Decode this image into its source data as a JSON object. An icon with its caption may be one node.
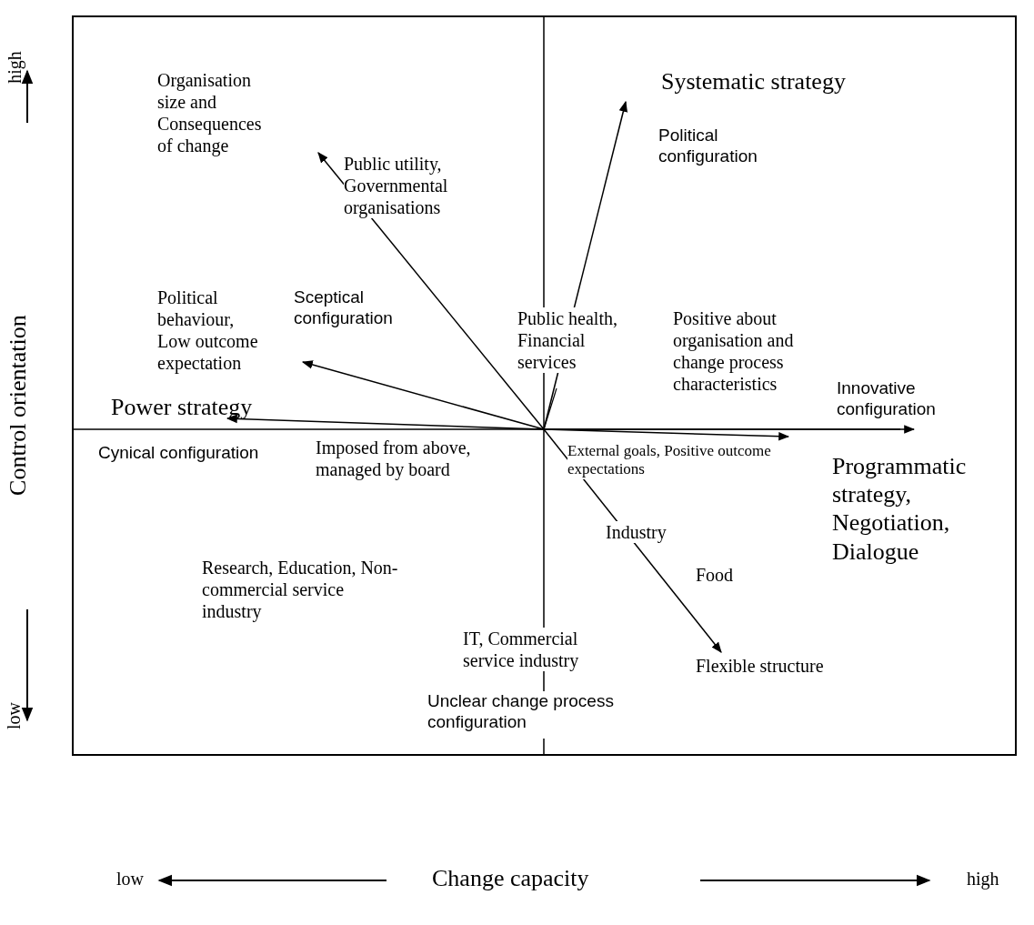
{
  "diagram": {
    "labels": [
      "high",
      "Organisation size and Consequences of change",
      "Systematic strategy",
      "Political configuration",
      "Public utility, Governmental organisations",
      "Control orientation",
      "Political behaviour, Low outcome expectation",
      "Sceptical configuration",
      "Public health, Financial services",
      "Positive about organisation and change process characteristics",
      "Power strategy",
      "Innovative configuration",
      "Cynical configuration",
      "Imposed from above, managed by board",
      "External goals, Positive outcome expectations",
      "Programmatic strategy, Negotiation, Dialogue",
      "Industry",
      "Research, Education, Non-commercial service industry",
      "Food",
      "IT, Commercial service industry",
      "Flexible structure",
      "Unclear change process configuration",
      "low",
      "low",
      "Change capacity",
      "high"
    ]
  }
}
